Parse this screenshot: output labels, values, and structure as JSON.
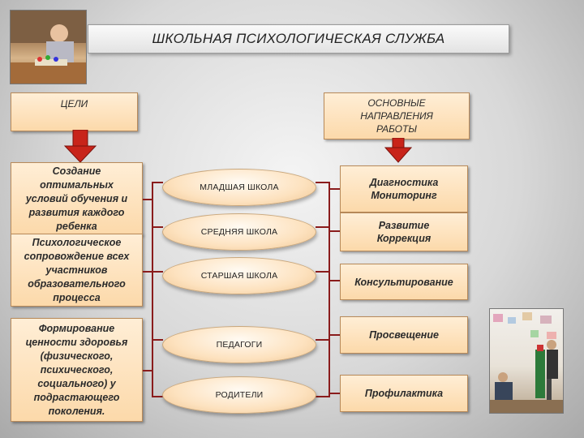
{
  "title": "ШКОЛЬНАЯ ПСИХОЛОГИЧЕСКАЯ СЛУЖБА",
  "goals_header": "ЦЕЛИ",
  "directions_header": "ОСНОВНЫЕ НАПРАВЛЕНИЯ РАБОТЫ",
  "goals": {
    "goal_1": [
      "Создание",
      "оптимальных",
      "условий обучения и",
      "развития каждого",
      "ребенка"
    ],
    "goal_2": [
      "Психологическое",
      "сопровождение всех",
      "участников",
      "образовательного",
      "процесса"
    ],
    "goal_3": [
      "Формирование",
      "ценности здоровья",
      "(физического,",
      "психического,",
      "социального) у",
      "подрастающего",
      "поколения."
    ]
  },
  "audiences": [
    "МЛАДШАЯ ШКОЛА",
    "СРЕДНЯЯ ШКОЛА",
    "СТАРШАЯ ШКОЛА",
    "ПЕДАГОГИ",
    "РОДИТЕЛИ"
  ],
  "directions": {
    "d1": [
      "Диагностика",
      "Мониторинг"
    ],
    "d2": [
      "Развитие",
      "Коррекция"
    ],
    "d3": "Консультирование",
    "d4": "Просвещение",
    "d5": "Профилактика"
  },
  "colors": {
    "box_fill": "#fcd9aa",
    "connector": "#8a1c1c",
    "arrow": "#c8241a"
  }
}
